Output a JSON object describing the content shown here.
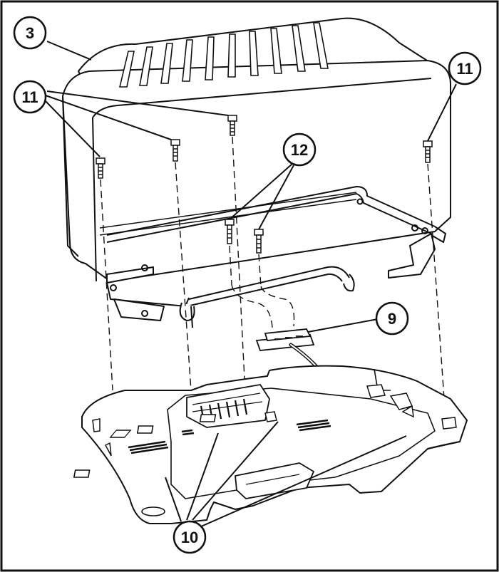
{
  "colors": {
    "ink": "#111111",
    "paper": "#ffffff",
    "shade": "#d9d9d9",
    "dark": "#555555"
  },
  "callouts": [
    {
      "id": "c3",
      "label": "3"
    },
    {
      "id": "c11-left",
      "label": "11"
    },
    {
      "id": "c11-right",
      "label": "11"
    },
    {
      "id": "c12",
      "label": "12"
    },
    {
      "id": "c9",
      "label": "9"
    },
    {
      "id": "c10",
      "label": "10"
    }
  ]
}
